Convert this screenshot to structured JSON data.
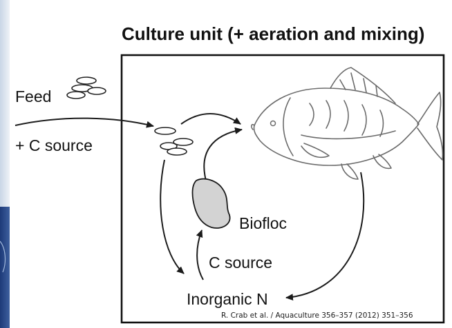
{
  "title": "Culture unit (+ aeration and mixing)",
  "labels": {
    "feed": "Feed",
    "c_source_input": "+ C source",
    "biofloc": "Biofloc",
    "c_source_inner": "C source",
    "inorganic_n": "Inorganic N"
  },
  "citation": "R. Crab et al. / Aquaculture 356–357 (2012) 351–356",
  "colors": {
    "left_band": "#2c4a86",
    "biofloc_fill": "#d3d3d3",
    "fish_outline": "#6a6a6a",
    "arrow": "#1b1b1b"
  }
}
